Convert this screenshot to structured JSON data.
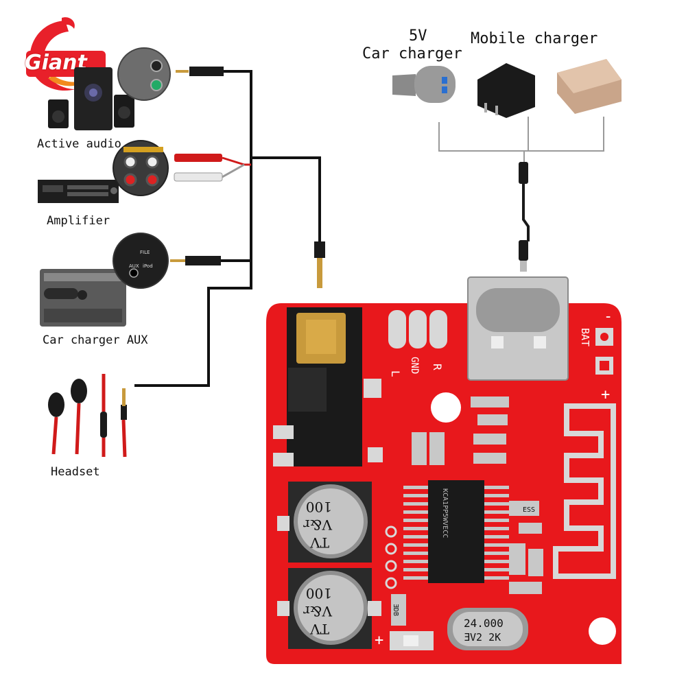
{
  "brand": {
    "name": "Giant",
    "color": "#e8202a"
  },
  "labels": {
    "active_audio": "Active audio",
    "amplifier": "Amplifier",
    "car_charger_aux": "Car charger AUX",
    "headset": "Headset",
    "five_v": "5V",
    "car_charger": "Car charger",
    "mobile_charger": "Mobile charger"
  },
  "board": {
    "color": "#e8181c",
    "pin_labels": [
      "L",
      "GND",
      "R"
    ],
    "bat_label": "BAT",
    "minus": "-",
    "plus": "+",
    "capacitor_text": [
      "TV",
      "V&r",
      "100"
    ],
    "crystal_text": [
      "24.000",
      "ƎV2 2K"
    ],
    "chip_text": "KCA1PP5WVECC",
    "small_label_a": "ESS",
    "small_label_b": "ƎDB"
  },
  "device_panel_text": {
    "aux": "AUX",
    "ipod": "iPod",
    "file": "FILE"
  },
  "colors": {
    "wire": "#111111",
    "gray_wire": "#9a9a9a",
    "gold": "#c89a3c"
  }
}
